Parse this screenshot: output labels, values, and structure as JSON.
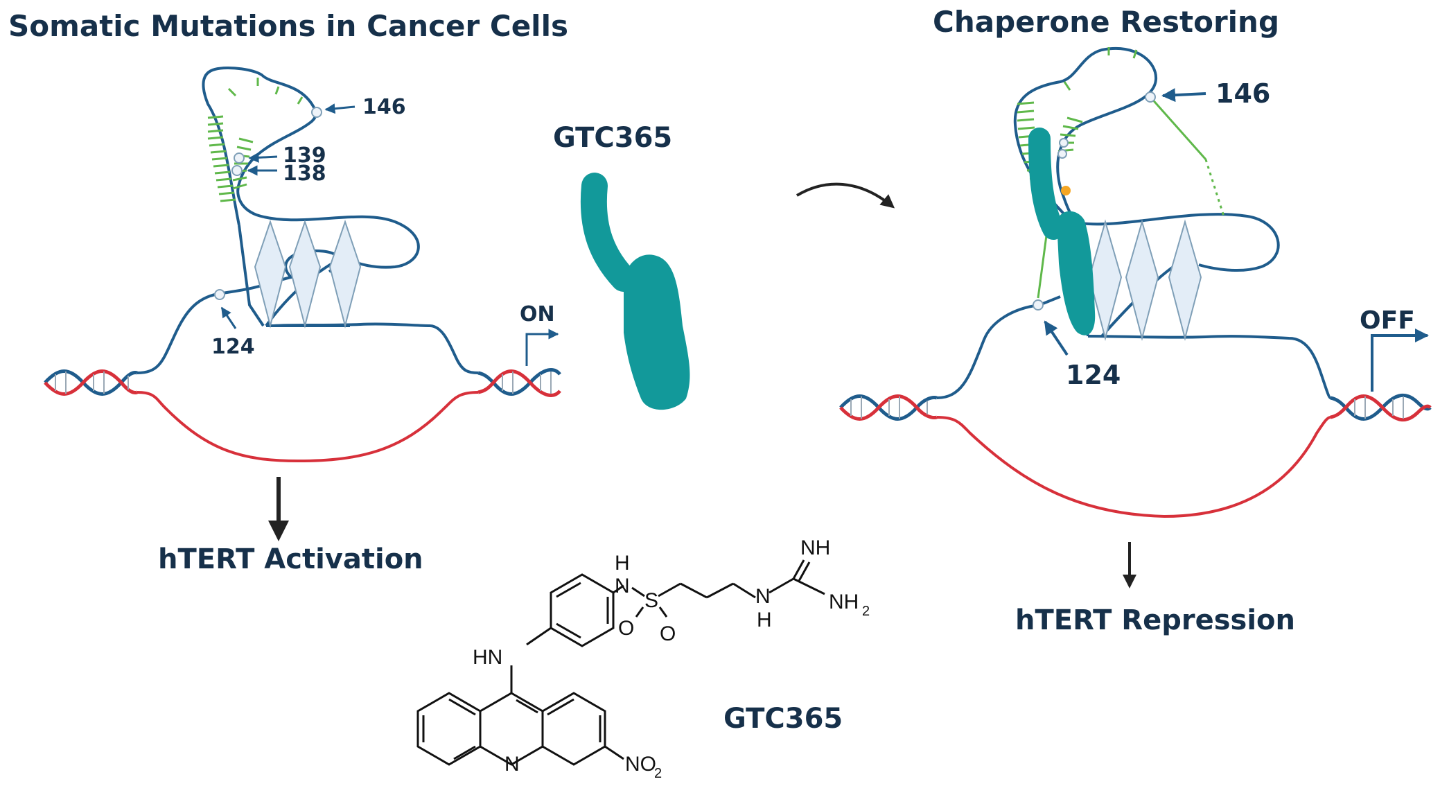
{
  "left_panel": {
    "title": "Somatic Mutations in Cancer Cells",
    "site_labels": [
      "146",
      "139",
      "138",
      "124"
    ],
    "switch_label": "ON",
    "outcome": "hTERT Activation"
  },
  "middle": {
    "drug_label": "GTC365",
    "structure_caption": "GTC365",
    "atom_labels": {
      "nh_top": "H",
      "n_sulfonamide": "N",
      "sulfur": "S",
      "oxygen": "O",
      "nh_imine": "NH",
      "nh2": "NH",
      "nh2_sub": "2",
      "n_guanidine": "N",
      "h_guanidine": "H",
      "hn_amine": "HN",
      "n_ring": "N",
      "no2": "NO",
      "no2_sub": "2"
    }
  },
  "right_panel": {
    "title": "Chaperone Restoring",
    "site_labels": [
      "146",
      "124"
    ],
    "switch_label": "OFF",
    "outcome": "hTERT Repression"
  },
  "colors": {
    "strand_blue": "#1f5c8c",
    "strand_red": "#d7303a",
    "mutation_green": "#5fb84a",
    "drug_teal": "#12999a",
    "quartet_fill": "#e3edf7",
    "text_navy": "#16304a",
    "mutation_orange": "#f5a623"
  }
}
